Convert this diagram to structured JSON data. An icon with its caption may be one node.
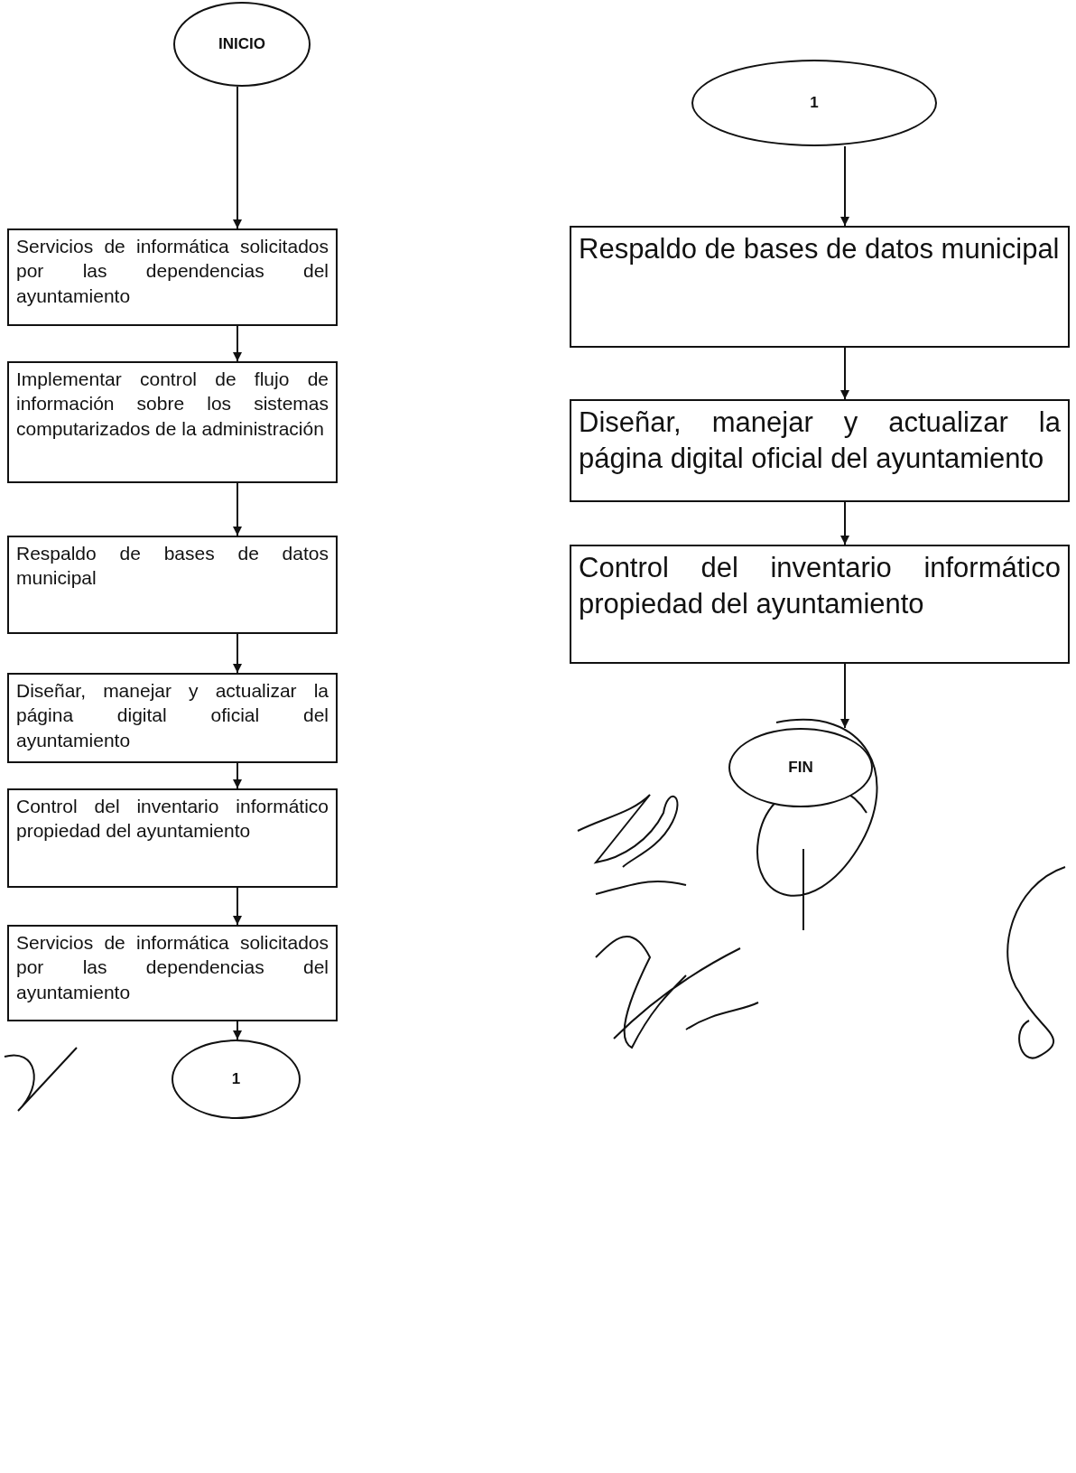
{
  "diagram": {
    "nodes": [
      {
        "text": [
          "INICIO"
        ]
      },
      {
        "text": [
          "Servicios de informática solicitados por las dependencias del ayuntamiento"
        ]
      },
      {
        "text": [
          "Implementar control de flujo de información sobre los sistemas computarizados de la administración"
        ]
      },
      {
        "text": [
          "Respaldo de bases de datos municipal"
        ]
      },
      {
        "text": [
          "Diseñar, manejar y actualizar la página digital oficial del ayuntamiento"
        ]
      },
      {
        "text": [
          "Control del inventario informático propiedad del ayuntamiento"
        ]
      },
      {
        "text": [
          "Servicios de informática solicitados por las dependencias del ayuntamiento"
        ]
      },
      {
        "text": [
          "1"
        ]
      },
      {
        "text": [
          "1"
        ]
      },
      {
        "text": [
          "Respaldo de bases de datos municipal"
        ]
      },
      {
        "text": [
          "Diseñar, manejar y actualizar la página digital oficial del ayuntamiento"
        ]
      },
      {
        "text": [
          "Control del inventario informático propiedad del ayuntamiento"
        ]
      },
      {
        "text": [
          "FIN"
        ]
      }
    ],
    "edges": [
      {
        "from": 0,
        "to": 1,
        "arrow": "to"
      },
      {
        "from": 1,
        "to": 2,
        "arrow": "to"
      },
      {
        "from": 2,
        "to": 3,
        "arrow": "to"
      },
      {
        "from": 3,
        "to": 4,
        "arrow": "to"
      },
      {
        "from": 4,
        "to": 5,
        "arrow": "to"
      },
      {
        "from": 5,
        "to": 6,
        "arrow": "to"
      },
      {
        "from": 6,
        "to": 7,
        "arrow": "to"
      },
      {
        "from": 8,
        "to": 9,
        "arrow": "to"
      },
      {
        "from": 9,
        "to": 10,
        "arrow": "to"
      },
      {
        "from": 10,
        "to": 11,
        "arrow": "to"
      },
      {
        "from": 11,
        "to": 12,
        "arrow": "to"
      }
    ]
  }
}
